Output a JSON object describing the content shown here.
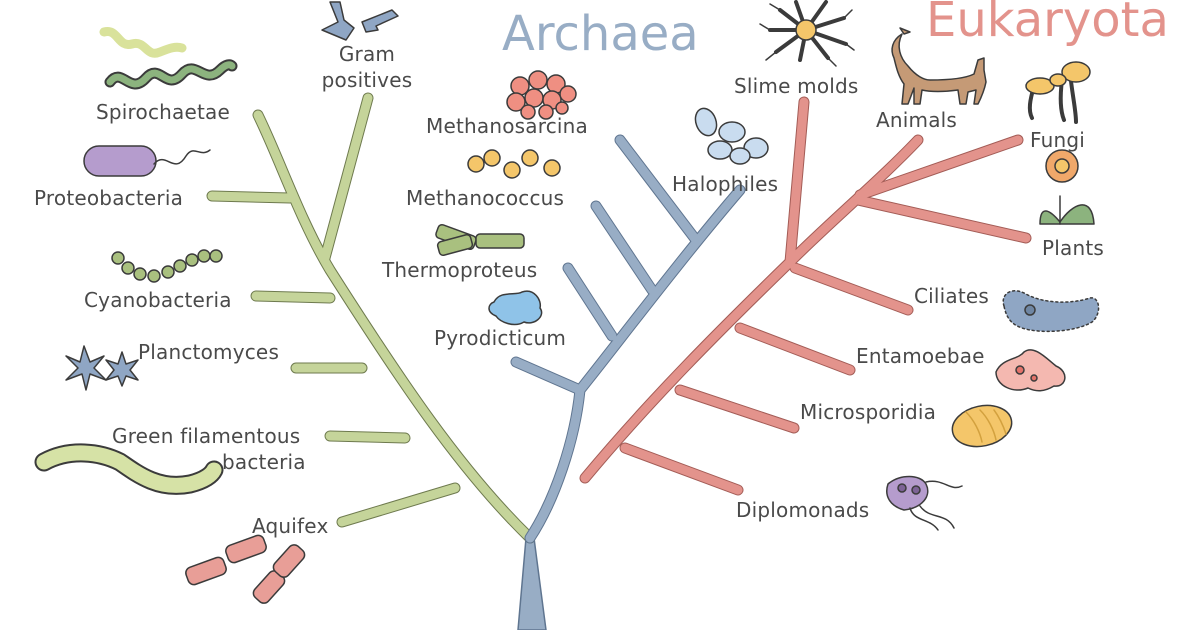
{
  "domains": {
    "archaea": {
      "label": "Archaea",
      "color": "#98adc5"
    },
    "eukaryota": {
      "label": "Eukaryota",
      "color": "#e3938c"
    }
  },
  "colors": {
    "bacteria_branch": "#c5d49a",
    "archaea_branch": "#98adc5",
    "eukaryota_branch": "#e3938c",
    "label_text": "#4a4a4a",
    "outline": "#3b3b3b"
  },
  "labels": {
    "spirochaetae": "Spirochaetae",
    "gram_line1": "Gram",
    "gram_line2": "positives",
    "proteobacteria": "Proteobacteria",
    "cyanobacteria": "Cyanobacteria",
    "planctomyces": "Planctomyces",
    "green_line1": "Green filamentous",
    "green_line2": "bacteria",
    "aquifex": "Aquifex",
    "methanosarcina": "Methanosarcina",
    "methanococcus": "Methanococcus",
    "thermoproteus": "Thermoproteus",
    "pyrodicticum": "Pyrodicticum",
    "halophiles": "Halophiles",
    "slime_molds": "Slime molds",
    "animals": "Animals",
    "fungi": "Fungi",
    "plants": "Plants",
    "ciliates": "Ciliates",
    "entamoebae": "Entamoebae",
    "microsporidia": "Microsporidia",
    "diplomonads": "Diplomonads"
  },
  "icons": [
    "spirochete-icon",
    "gram-positive-rods-icon",
    "proteobacterium-icon",
    "cyanobacteria-chain-icon",
    "planctomyces-star-icon",
    "green-filament-icon",
    "aquifex-rods-icon",
    "methanosarcina-cluster-icon",
    "methanococcus-cocci-icon",
    "thermoproteus-rods-icon",
    "pyrodicticum-disc-icon",
    "halophiles-icon",
    "slime-mold-icon",
    "cat-icon",
    "mushroom-icon",
    "flower-icon",
    "ciliate-icon",
    "amoeba-icon",
    "microsporidia-spore-icon",
    "diplomonad-icon"
  ]
}
